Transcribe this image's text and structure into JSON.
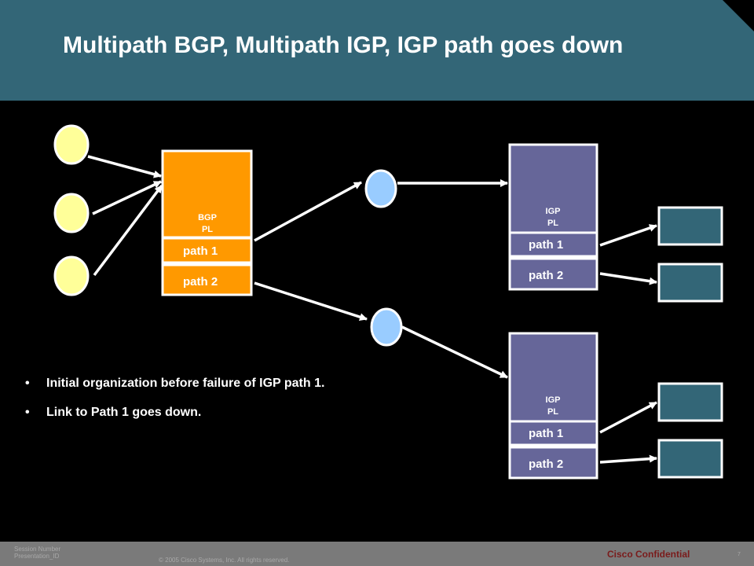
{
  "slide": {
    "title": "Multipath BGP, Multipath IGP, IGP path goes down"
  },
  "bgp_box": {
    "label_line1": "BGP",
    "label_line2": "PL",
    "path1": "path 1",
    "path2": "path 2"
  },
  "igp_box_top": {
    "label_line1": "IGP",
    "label_line2": "PL",
    "path1": "path 1",
    "path2": "path 2"
  },
  "igp_box_bottom": {
    "label_line1": "IGP",
    "label_line2": "PL",
    "path1": "path 1",
    "path2": "path 2"
  },
  "bullets": [
    "Initial organization before failure of IGP path 1.",
    "Link to Path 1 goes down."
  ],
  "bullet_glyph": "•",
  "footer": {
    "session_line1": "Session Number",
    "session_line2": "Presentation_ID",
    "copyright": "© 2005 Cisco Systems, Inc. All rights reserved.",
    "confidential": "Cisco Confidential",
    "page": "7"
  },
  "colors": {
    "header": "#336677",
    "background": "#000000",
    "bgp_box": "#FF9900",
    "igp_box": "#666699",
    "prefix_node": "#FFFF99",
    "nexthop_node": "#99CCFF",
    "adjacency_box": "#336677",
    "footer": "#7A7A7A"
  }
}
